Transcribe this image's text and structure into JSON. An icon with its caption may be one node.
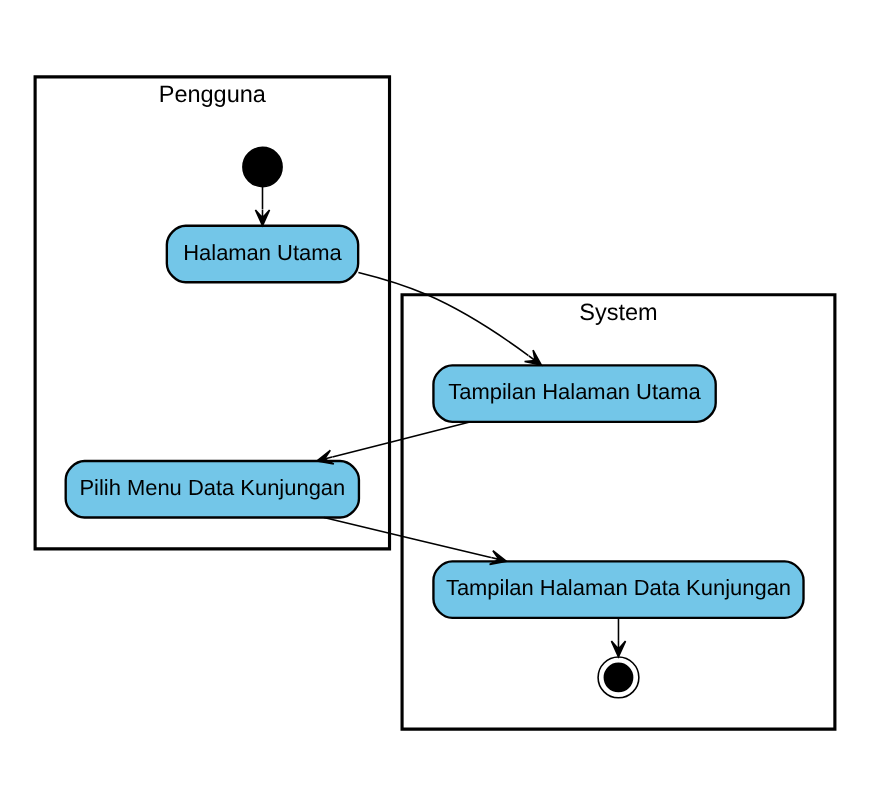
{
  "diagram": {
    "nodes": [
      {
        "text": [
          "Pengguna"
        ]
      },
      {
        "text": [
          "System"
        ]
      },
      {
        "text": [],
        "shape": "circle",
        "in": 0
      },
      {
        "text": [
          "Halaman Utama"
        ],
        "in": 0
      },
      {
        "text": [
          "Tampilan Halaman Utama"
        ],
        "in": 1
      },
      {
        "text": [
          "Pilih Menu Data Kunjungan"
        ],
        "in": 0
      },
      {
        "text": [
          "Tampilan Halaman Data Kunjungan"
        ],
        "in": 1
      },
      {
        "text": [],
        "shape": "circle",
        "in": 1
      }
    ],
    "edges": [
      {
        "from": 2,
        "to": 3,
        "arrow": "to"
      },
      {
        "from": 3,
        "to": 4,
        "arrow": "to"
      },
      {
        "from": 4,
        "to": 5,
        "arrow": "to"
      },
      {
        "from": 5,
        "to": 6,
        "arrow": "to"
      },
      {
        "from": 6,
        "to": 7,
        "arrow": "to"
      }
    ]
  }
}
